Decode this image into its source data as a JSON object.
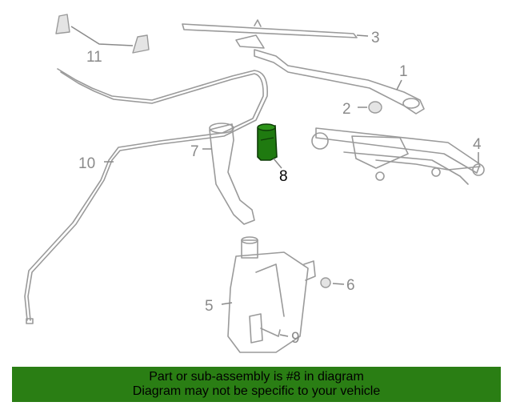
{
  "colors": {
    "line_art": "#9a9a9a",
    "highlight": "#1f7a10",
    "banner_bg": "#2a7e14",
    "banner_text": "#000000"
  },
  "callouts": [
    "1",
    "2",
    "3",
    "4",
    "5",
    "6",
    "7",
    "8",
    "9",
    "10",
    "11"
  ],
  "highlighted_part": "8",
  "banner": {
    "line1": "Part or sub-assembly is #8 in diagram",
    "line2": "Diagram may not be specific to your vehicle"
  }
}
